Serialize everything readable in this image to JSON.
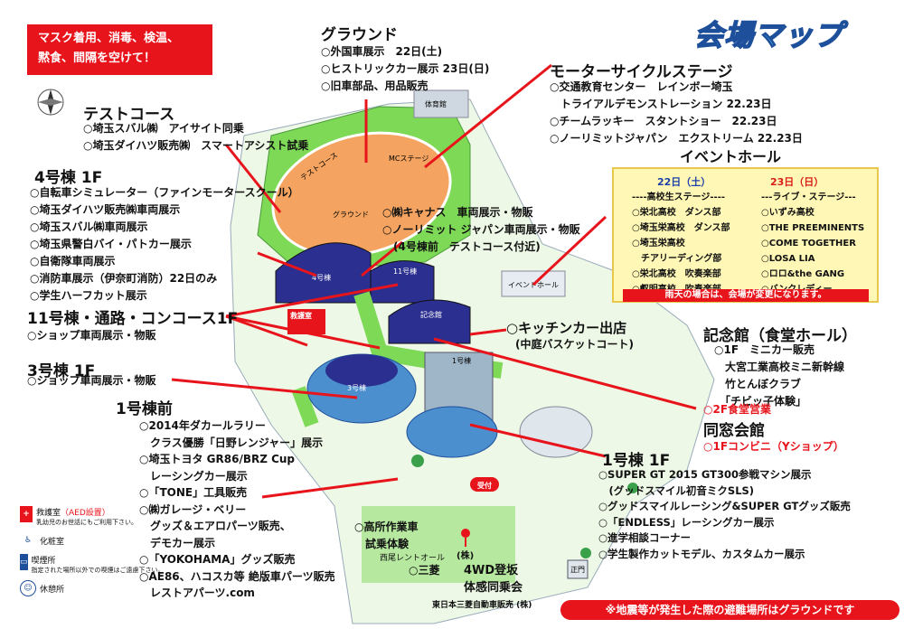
{
  "colors": {
    "accent_red": "#e8141b",
    "map_green": "#7ed957",
    "building_navy": "#2b2f8f",
    "track_orange": "#f4a460",
    "title_blue": "#4fb2e8"
  },
  "title": "会場マップ",
  "notice": {
    "line1": "マスク着用、消毒、検温、",
    "line2": "黙食、間隔を空けて！"
  },
  "evacuation": "※地震等が発生した際の避難場所はグラウンドです",
  "compass_icon": "compass-icon",
  "map_labels": {
    "gym": "体育館",
    "mc_stage": "MCステージ",
    "ground": "グラウンド",
    "test_course": "テストコース",
    "b4": "4号棟",
    "b11": "11号棟",
    "kinenkan": "記念館",
    "b3": "3号棟",
    "b1": "1号棟",
    "event_hall": "イベントホール",
    "kyugo": "救護室",
    "uketsuke": "受付",
    "seimon": "正門"
  },
  "sections": {
    "ground": {
      "header": "グラウンド",
      "items": [
        "○外国車展示　22日(土)",
        "○ヒストリックカー展示 23日(日)",
        "○旧車部品、用品販売"
      ]
    },
    "motorcycle": {
      "header": "モーターサイクルステージ",
      "items": [
        "○交通教育センター　レインボー埼玉",
        "　トライアルデモンストレーション 22.23日",
        "○チームラッキー　スタントショー　22.23日",
        "○ノーリミットジャパン　エクストリーム 22.23日"
      ]
    },
    "test_course": {
      "header": "テストコース",
      "items": [
        "○埼玉スバル㈱　アイサイト同乗",
        "○埼玉ダイハツ販売㈱　スマートアシスト試乗"
      ]
    },
    "b4_1f": {
      "header": "4号棟 1F",
      "items": [
        "○自転車シミュレーター（ファインモータースクール）",
        "○埼玉ダイハツ販売㈱車両展示",
        "○埼玉スバル㈱車両展示",
        "○埼玉県警白バイ・パトカー展示",
        "○自衛隊車両展示",
        "○消防車展示（伊奈町消防）22日のみ",
        "○学生ハーフカット展示"
      ]
    },
    "canas": {
      "items": [
        "○㈱キャナス　車両展示・物販",
        "○ノーリミット ジャパン車両展示・物販",
        "　(4号棟前　テストコース付近)"
      ]
    },
    "b11": {
      "header": "11号棟・通路・コンコース1F",
      "items": [
        "○ショップ車両展示・物販"
      ]
    },
    "b3_1f": {
      "header": "3号棟 1F",
      "items": [
        "○ショップ車両展示・物販"
      ]
    },
    "b1_front": {
      "header": "1号棟前",
      "items": [
        "○2014年ダカールラリー",
        "　クラス優勝「日野レンジャー」展示",
        "○埼玉トヨタ GR86/BRZ Cup",
        "　レーシングカー展示",
        "○「TONE」工具販売",
        "○㈱ガレージ・ベリー",
        "　グッズ＆エアロパーツ販売、",
        "　デモカー展示",
        "○「YOKOHAMA」グッズ販売",
        "○AE86、ハコスカ等 絶版車パーツ販売",
        "　レストアパーツ.com"
      ]
    },
    "kitchen": {
      "header": "○キッチンカー出店",
      "sub": "(中庭バスケットコート)"
    },
    "kinenkan": {
      "header": "記念館（食堂ホール）",
      "items": [
        "○1F　ミニカー販売",
        "　大宮工業高校ミニ新幹線",
        "　竹とんぼクラブ",
        "　「チビッ子体験」"
      ],
      "red_item": "○2F食堂営業"
    },
    "dousoukai": {
      "header": "同窓会館",
      "red_item": "○1Fコンビニ（Yショップ）"
    },
    "b1_1f": {
      "header": "1号棟 1F",
      "items": [
        "○SUPER GT 2015 GT300参戦マシン展示",
        "　(グッドスマイル初音ミクSLS)",
        "○グッドスマイルレーシング&SUPER GTグッズ販売",
        "○「ENDLESS」レーシングカー展示",
        "○進学相談コーナー",
        "○学生製作カットモデル、カスタムカー展示"
      ]
    },
    "takasho": {
      "items": [
        "○高所作業車",
        "　試乗体験"
      ],
      "company": "西尾レントオール"
    },
    "mitsubishi": {
      "item": "○三菱",
      "kabu": "(株)"
    },
    "yonwd": {
      "items": [
        "4WD登坂",
        "体感同乗会"
      ],
      "company": "東日本三菱自動車販売 (株)"
    }
  },
  "event_hall": {
    "header": "イベントホール",
    "day1": {
      "label": "22日（土）",
      "stage": "----高校生ステージ----",
      "items": [
        "○栄北高校　ダンス部",
        "○埼玉栄高校　ダンス部",
        "○埼玉栄高校",
        "　チアリーディング部",
        "○栄北高校　吹奏楽部",
        "○叡明高校　吹奏楽部"
      ]
    },
    "day2": {
      "label": "23日（日）",
      "stage": "---ライブ・ステージ---",
      "items": [
        "○いずみ高校",
        "○THE PREEMINENTS",
        "○COME TOGETHER",
        "○LOSA LIA",
        "○ロロ&the GANG",
        "○バンクレディー"
      ]
    },
    "rain_note": "雨天の場合は、会場が変更になります。"
  },
  "legend": [
    {
      "icon": "first-aid-icon",
      "label": "救護室",
      "note": "（AED設置）",
      "sub": "乳幼児のお世話にもご利用下さい。"
    },
    {
      "icon": "restroom-icon",
      "label": "化粧室"
    },
    {
      "icon": "smoking-area-icon",
      "label": "喫煙所",
      "sub": "指定された場所以外での喫煙はご遠慮下さい。"
    },
    {
      "icon": "rest-area-icon",
      "label": "休憩所"
    }
  ]
}
